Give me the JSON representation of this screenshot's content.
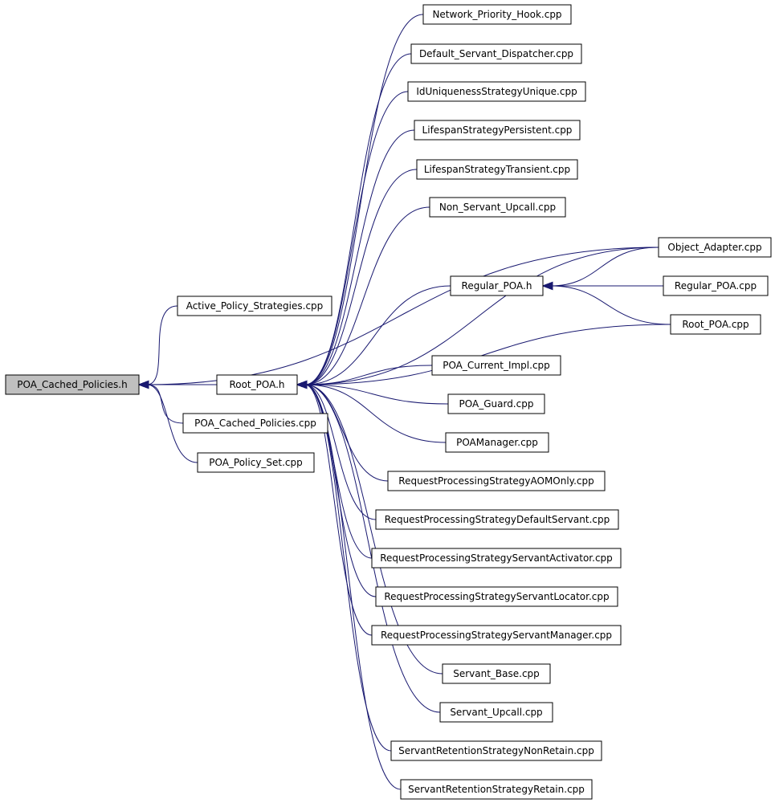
{
  "diagram": {
    "edge_color": "#191970",
    "root_fill": "#bfbfbf",
    "nodes": [
      {
        "id": "poa_cached_policies_h",
        "label": "POA_Cached_Policies.h",
        "root": true
      },
      {
        "id": "active_policy_strategies_cpp",
        "label": "Active_Policy_Strategies.cpp"
      },
      {
        "id": "root_poa_h",
        "label": "Root_POA.h"
      },
      {
        "id": "poa_cached_policies_cpp",
        "label": "POA_Cached_Policies.cpp"
      },
      {
        "id": "poa_policy_set_cpp",
        "label": "POA_Policy_Set.cpp"
      },
      {
        "id": "network_priority_hook_cpp",
        "label": "Network_Priority_Hook.cpp"
      },
      {
        "id": "default_servant_dispatcher_cpp",
        "label": "Default_Servant_Dispatcher.cpp"
      },
      {
        "id": "iduniquenessstrategyunique_cpp",
        "label": "IdUniquenessStrategyUnique.cpp"
      },
      {
        "id": "lifespanstrategypersistent_cpp",
        "label": "LifespanStrategyPersistent.cpp"
      },
      {
        "id": "lifespanstrategytransient_cpp",
        "label": "LifespanStrategyTransient.cpp"
      },
      {
        "id": "non_servant_upcall_cpp",
        "label": "Non_Servant_Upcall.cpp"
      },
      {
        "id": "object_adapter_cpp",
        "label": "Object_Adapter.cpp"
      },
      {
        "id": "regular_poa_h",
        "label": "Regular_POA.h"
      },
      {
        "id": "regular_poa_cpp",
        "label": "Regular_POA.cpp"
      },
      {
        "id": "root_poa_cpp",
        "label": "Root_POA.cpp"
      },
      {
        "id": "poa_current_impl_cpp",
        "label": "POA_Current_Impl.cpp"
      },
      {
        "id": "poa_guard_cpp",
        "label": "POA_Guard.cpp"
      },
      {
        "id": "poamanager_cpp",
        "label": "POAManager.cpp"
      },
      {
        "id": "rps_aomonly_cpp",
        "label": "RequestProcessingStrategyAOMOnly.cpp"
      },
      {
        "id": "rps_defaultservant_cpp",
        "label": "RequestProcessingStrategyDefaultServant.cpp"
      },
      {
        "id": "rps_servantactivator_cpp",
        "label": "RequestProcessingStrategyServantActivator.cpp"
      },
      {
        "id": "rps_servantlocator_cpp",
        "label": "RequestProcessingStrategyServantLocator.cpp"
      },
      {
        "id": "rps_servantmanager_cpp",
        "label": "RequestProcessingStrategyServantManager.cpp"
      },
      {
        "id": "servant_base_cpp",
        "label": "Servant_Base.cpp"
      },
      {
        "id": "servant_upcall_cpp",
        "label": "Servant_Upcall.cpp"
      },
      {
        "id": "srs_nonretain_cpp",
        "label": "ServantRetentionStrategyNonRetain.cpp"
      },
      {
        "id": "srs_retain_cpp",
        "label": "ServantRetentionStrategyRetain.cpp"
      }
    ],
    "edges": [
      {
        "from": "active_policy_strategies_cpp",
        "to": "poa_cached_policies_h"
      },
      {
        "from": "root_poa_h",
        "to": "poa_cached_policies_h"
      },
      {
        "from": "poa_cached_policies_cpp",
        "to": "poa_cached_policies_h"
      },
      {
        "from": "poa_policy_set_cpp",
        "to": "poa_cached_policies_h"
      },
      {
        "from": "object_adapter_cpp",
        "to": "poa_cached_policies_h"
      },
      {
        "from": "network_priority_hook_cpp",
        "to": "root_poa_h"
      },
      {
        "from": "default_servant_dispatcher_cpp",
        "to": "root_poa_h"
      },
      {
        "from": "iduniquenessstrategyunique_cpp",
        "to": "root_poa_h"
      },
      {
        "from": "lifespanstrategypersistent_cpp",
        "to": "root_poa_h"
      },
      {
        "from": "lifespanstrategytransient_cpp",
        "to": "root_poa_h"
      },
      {
        "from": "non_servant_upcall_cpp",
        "to": "root_poa_h"
      },
      {
        "from": "object_adapter_cpp",
        "to": "root_poa_h"
      },
      {
        "from": "regular_poa_h",
        "to": "root_poa_h"
      },
      {
        "from": "root_poa_cpp",
        "to": "root_poa_h"
      },
      {
        "from": "poa_current_impl_cpp",
        "to": "root_poa_h"
      },
      {
        "from": "poa_guard_cpp",
        "to": "root_poa_h"
      },
      {
        "from": "poamanager_cpp",
        "to": "root_poa_h"
      },
      {
        "from": "rps_aomonly_cpp",
        "to": "root_poa_h"
      },
      {
        "from": "rps_defaultservant_cpp",
        "to": "root_poa_h"
      },
      {
        "from": "rps_servantactivator_cpp",
        "to": "root_poa_h"
      },
      {
        "from": "rps_servantlocator_cpp",
        "to": "root_poa_h"
      },
      {
        "from": "rps_servantmanager_cpp",
        "to": "root_poa_h"
      },
      {
        "from": "servant_base_cpp",
        "to": "root_poa_h"
      },
      {
        "from": "servant_upcall_cpp",
        "to": "root_poa_h"
      },
      {
        "from": "srs_nonretain_cpp",
        "to": "root_poa_h"
      },
      {
        "from": "srs_retain_cpp",
        "to": "root_poa_h"
      },
      {
        "from": "object_adapter_cpp",
        "to": "regular_poa_h"
      },
      {
        "from": "regular_poa_cpp",
        "to": "regular_poa_h"
      },
      {
        "from": "root_poa_cpp",
        "to": "regular_poa_h"
      }
    ]
  }
}
